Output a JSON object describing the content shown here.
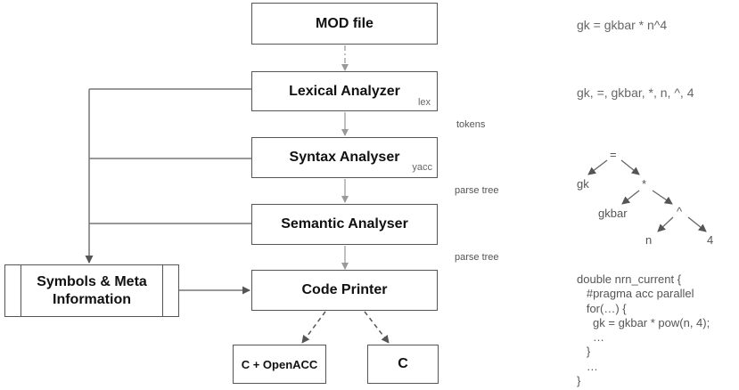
{
  "pipeline": {
    "mod_file": "MOD file",
    "lexical": {
      "label": "Lexical Analyzer",
      "tag": "lex"
    },
    "syntax": {
      "label": "Syntax Analyser",
      "tag": "yacc"
    },
    "semantic": {
      "label": "Semantic Analyser"
    },
    "printer": {
      "label": "Code Printer"
    },
    "symbols": "Symbols & Meta\nInformation",
    "out_openacc": "C + OpenACC",
    "out_c": "C"
  },
  "edge_labels": {
    "tokens": "tokens",
    "parse_tree_1": "parse tree",
    "parse_tree_2": "parse tree"
  },
  "examples": {
    "expression": "gk = gkbar * n^4",
    "token_list": "gk, =, gkbar, *, n, ^, 4",
    "tree_nodes": {
      "eq": "=",
      "gk": "gk",
      "mul": "*",
      "gkbar": "gkbar",
      "pow": "^",
      "n": "n",
      "four": "4"
    },
    "code_lines": [
      "double nrn_current {",
      "   #pragma acc parallel",
      "   for(…) {",
      "     gk = gkbar * pow(n, 4);",
      "     …",
      "   }",
      "   …",
      "}"
    ]
  },
  "colors": {
    "box_border": "#555555",
    "arrow": "#999999",
    "text_gray": "#666666"
  }
}
